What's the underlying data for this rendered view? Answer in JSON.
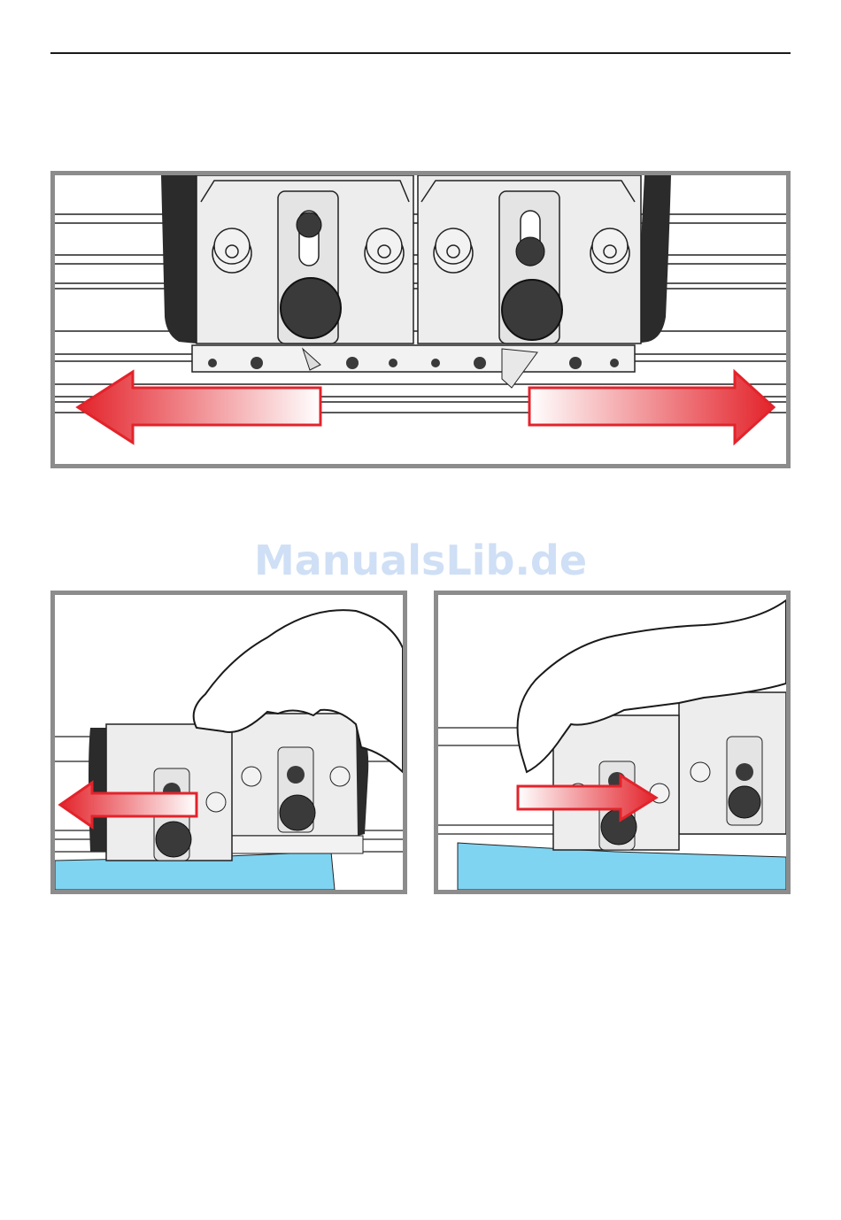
{
  "page": {
    "watermark": "ManualsLib.de"
  },
  "figures": [
    {
      "id": "top",
      "depicts": "two-cutting-heads-on-rail-with-outward-arrows",
      "arrow_directions": [
        "left",
        "right"
      ]
    },
    {
      "id": "bottom-left",
      "depicts": "hand-sliding-cutting-head-left",
      "arrow_directions": [
        "left"
      ]
    },
    {
      "id": "bottom-right",
      "depicts": "hand-sliding-cutting-head-right",
      "arrow_directions": [
        "right"
      ]
    }
  ],
  "colors": {
    "arrow_red": "#e3232b",
    "paper_blue": "#7fd4f1",
    "frame_gray": "#8c8c8c",
    "knob_dark": "#3a3a3a",
    "rail_dark": "#2b2b2b",
    "watermark_blue": "#cfdff5"
  }
}
